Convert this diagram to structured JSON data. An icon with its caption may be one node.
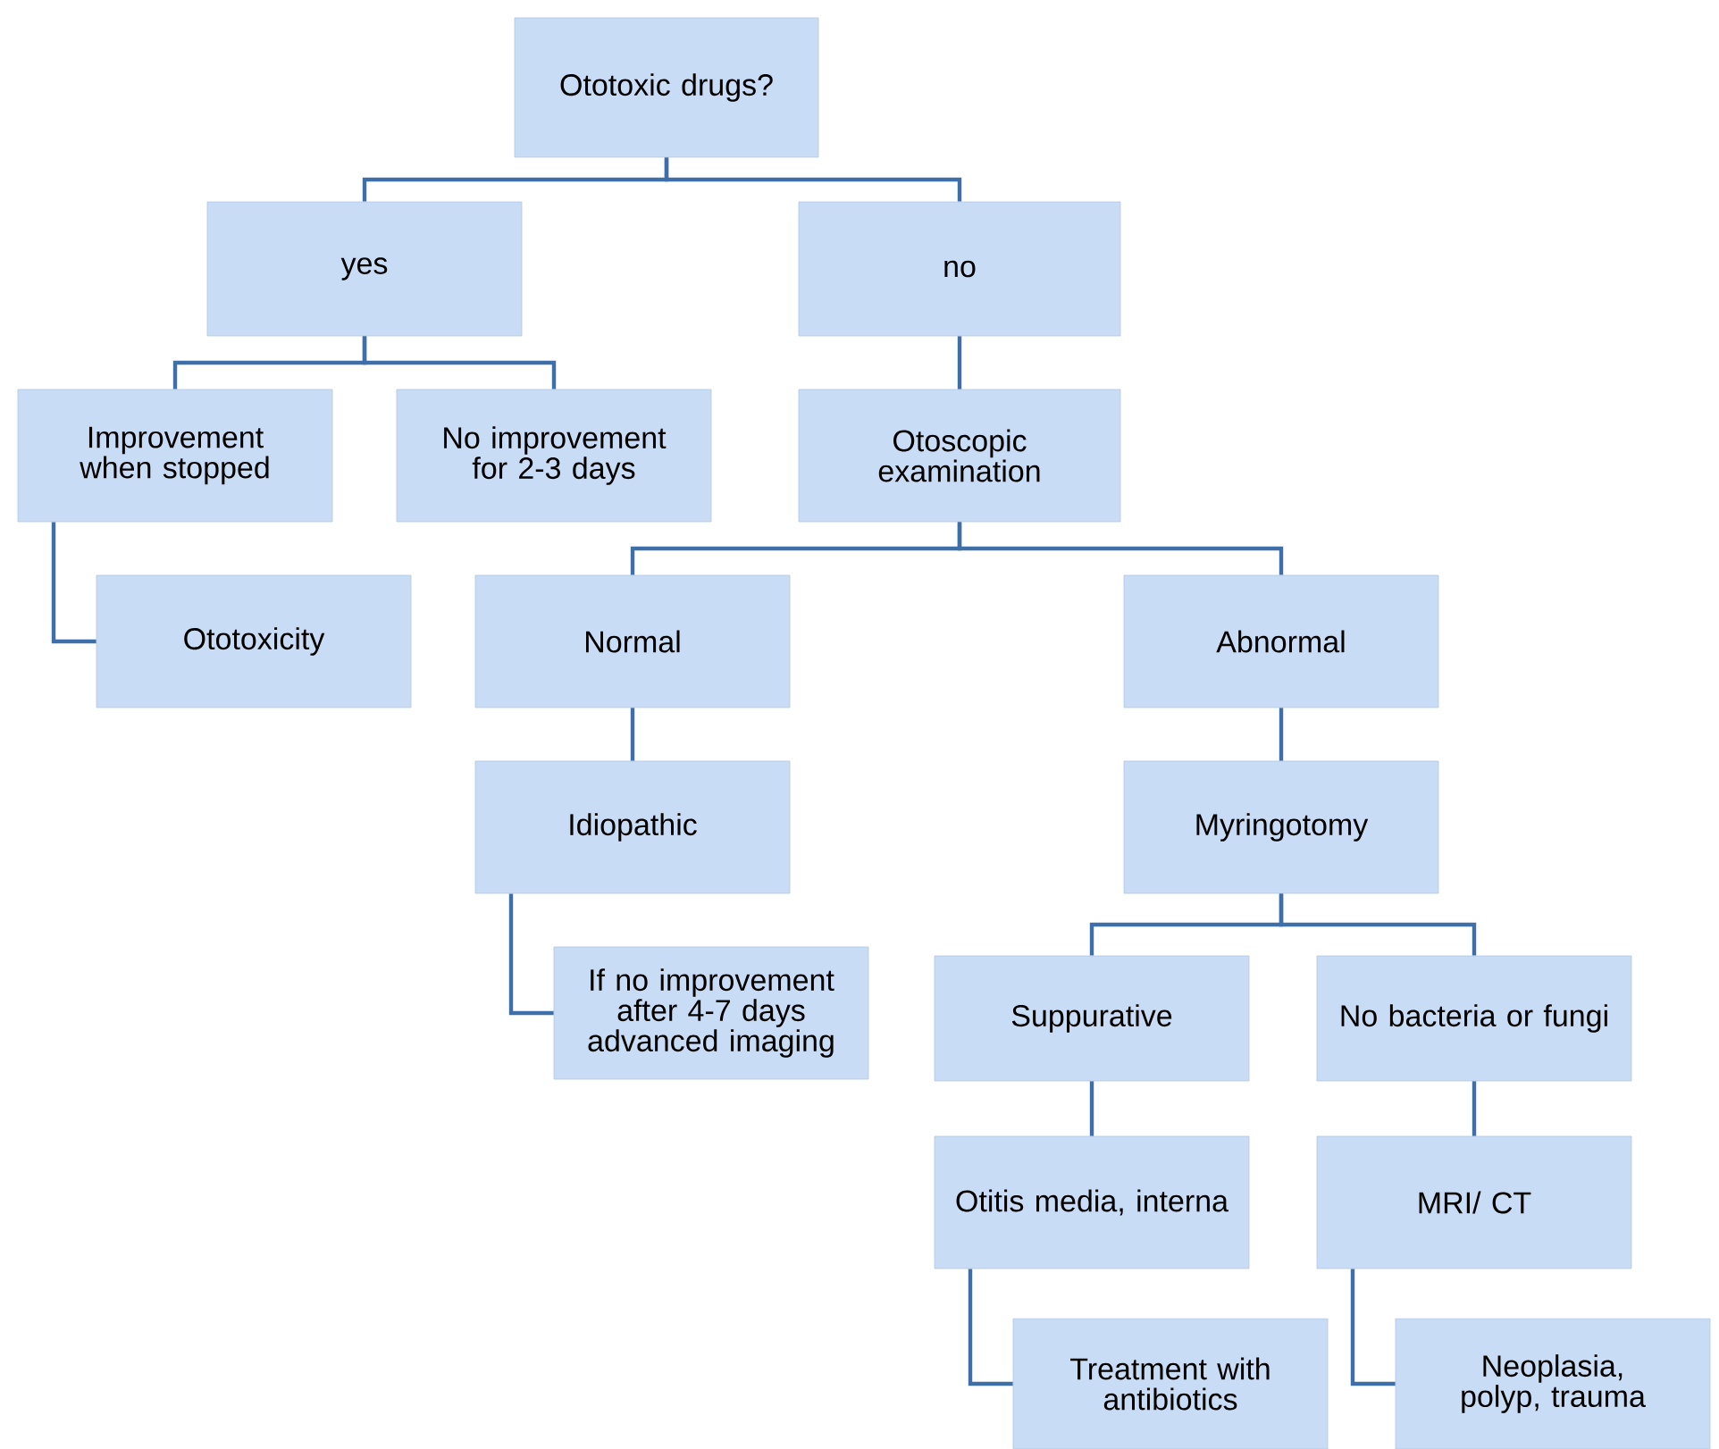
{
  "diagram": {
    "nodes": [
      {
        "text": [
          "Ototoxic drugs?"
        ]
      },
      {
        "text": [
          "yes"
        ]
      },
      {
        "text": [
          "no"
        ]
      },
      {
        "text": [
          "Improvement when stopped"
        ]
      },
      {
        "text": [
          "No improvement for 2-3 days"
        ]
      },
      {
        "text": [
          "Otoscopic examination"
        ]
      },
      {
        "text": [
          "Ototoxicity"
        ]
      },
      {
        "text": [
          "Normal"
        ]
      },
      {
        "text": [
          "Abnormal"
        ]
      },
      {
        "text": [
          "Idiopathic"
        ]
      },
      {
        "text": [
          "If no improvement after 4-7 days advanced imaging"
        ]
      },
      {
        "text": [
          "Myringotomy"
        ]
      },
      {
        "text": [
          "Suppurative"
        ]
      },
      {
        "text": [
          "No bacteria or fungi"
        ]
      },
      {
        "text": [
          "Otitis media, interna"
        ]
      },
      {
        "text": [
          "MRI/ CT"
        ]
      },
      {
        "text": [
          "Treatment with antibiotics"
        ]
      },
      {
        "text": [
          "Neoplasia, polyp, trauma"
        ]
      }
    ],
    "edges": [
      {
        "from": 0,
        "to": 1,
        "arrow": "none"
      },
      {
        "from": 0,
        "to": 2,
        "arrow": "none"
      },
      {
        "from": 1,
        "to": 3,
        "arrow": "none"
      },
      {
        "from": 1,
        "to": 4,
        "arrow": "none"
      },
      {
        "from": 2,
        "to": 5,
        "arrow": "none"
      },
      {
        "from": 3,
        "to": 6,
        "arrow": "none"
      },
      {
        "from": 5,
        "to": 7,
        "arrow": "none"
      },
      {
        "from": 5,
        "to": 8,
        "arrow": "none"
      },
      {
        "from": 7,
        "to": 9,
        "arrow": "none"
      },
      {
        "from": 9,
        "to": 10,
        "arrow": "none"
      },
      {
        "from": 8,
        "to": 11,
        "arrow": "none"
      },
      {
        "from": 11,
        "to": 12,
        "arrow": "none"
      },
      {
        "from": 11,
        "to": 13,
        "arrow": "none"
      },
      {
        "from": 12,
        "to": 14,
        "arrow": "none"
      },
      {
        "from": 14,
        "to": 16,
        "arrow": "none"
      },
      {
        "from": 13,
        "to": 15,
        "arrow": "none"
      },
      {
        "from": 15,
        "to": 17,
        "arrow": "none"
      }
    ]
  }
}
